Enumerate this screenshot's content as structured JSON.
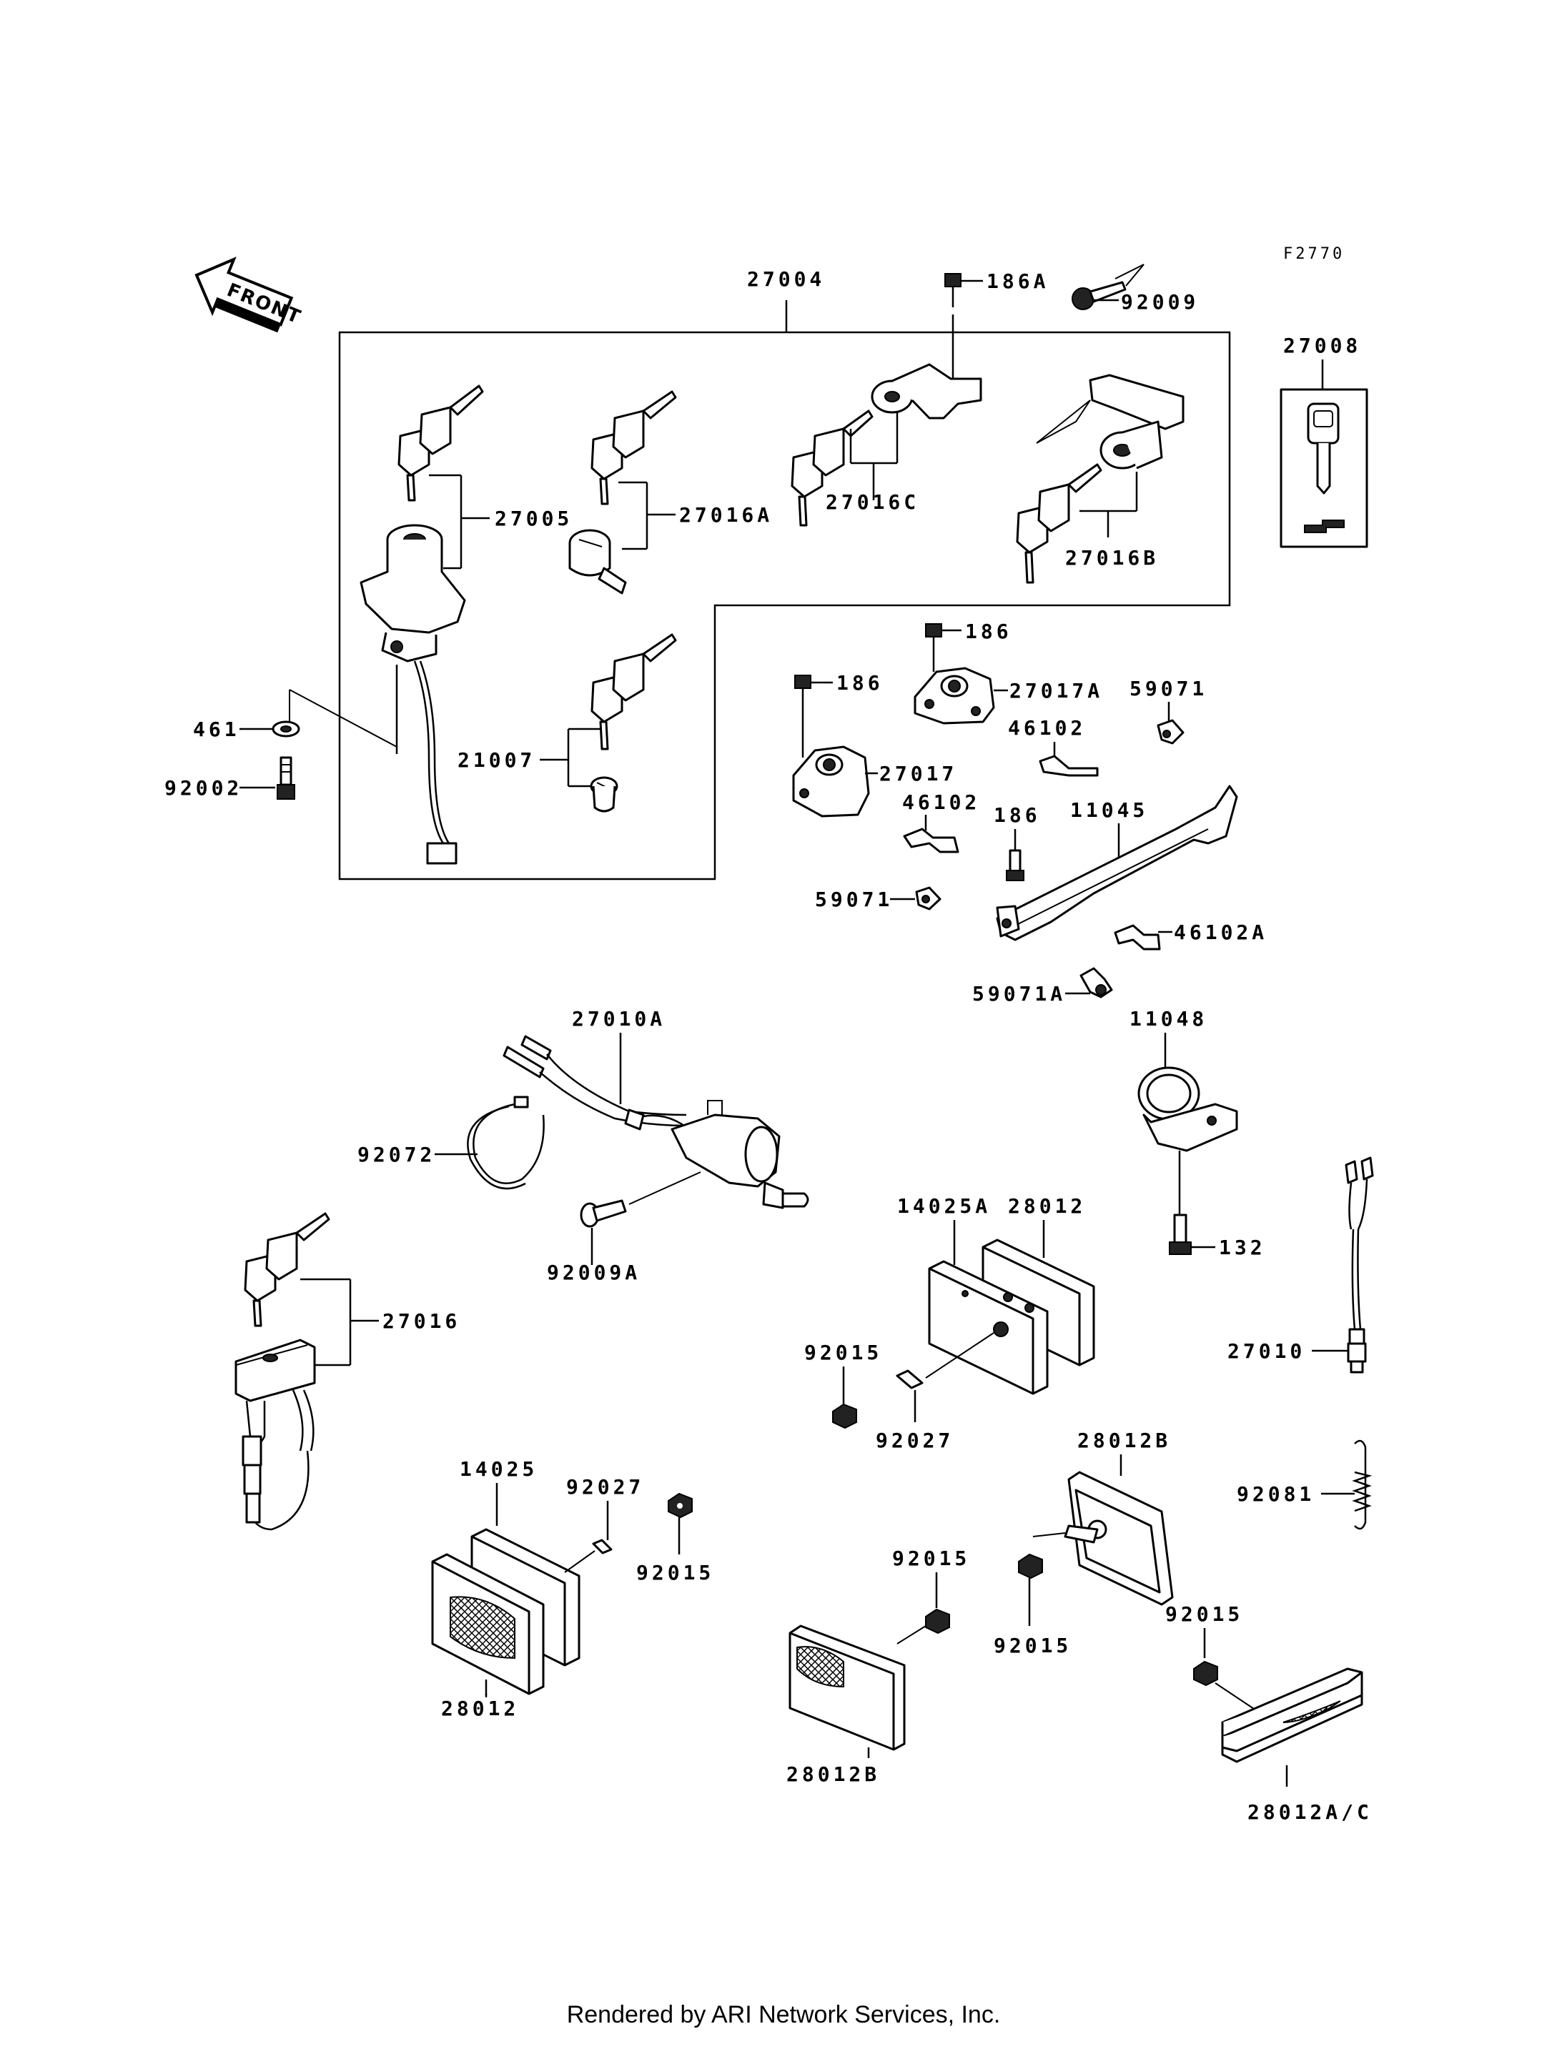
{
  "diagram": {
    "code": "F2770",
    "front_label": "FRONT",
    "footer": "Rendered by ARI Network Services, Inc.",
    "parts": {
      "p27004": "27004",
      "p186A": "186A",
      "p92009": "92009",
      "p27008": "27008",
      "p27005": "27005",
      "p27016A": "27016A",
      "p27016C": "27016C",
      "p27016B": "27016B",
      "p461": "461",
      "p92002": "92002",
      "p21007": "21007",
      "p186_a": "186",
      "p27017A": "27017A",
      "p186_b": "186",
      "p27017": "27017",
      "p59071_a": "59071",
      "p46102_a": "46102",
      "p46102_b": "46102",
      "p186_c": "186",
      "p11045": "11045",
      "p59071_b": "59071",
      "p46102A": "46102A",
      "p59071A": "59071A",
      "p27010A": "27010A",
      "p11048": "11048",
      "p92072": "92072",
      "p92009A": "92009A",
      "p132": "132",
      "p27016": "27016",
      "p14025A": "14025A",
      "p28012_a": "28012",
      "p92015_a": "92015",
      "p27010": "27010",
      "p92027_a": "92027",
      "p28012B_a": "28012B",
      "p14025": "14025",
      "p92027_b": "92027",
      "p92015_b": "92015",
      "p92081": "92081",
      "p92015_c": "92015",
      "p92015_d": "92015",
      "p92015_e": "92015",
      "p28012_b": "28012",
      "p28012B_b": "28012B",
      "p28012AC": "28012A/C"
    }
  }
}
